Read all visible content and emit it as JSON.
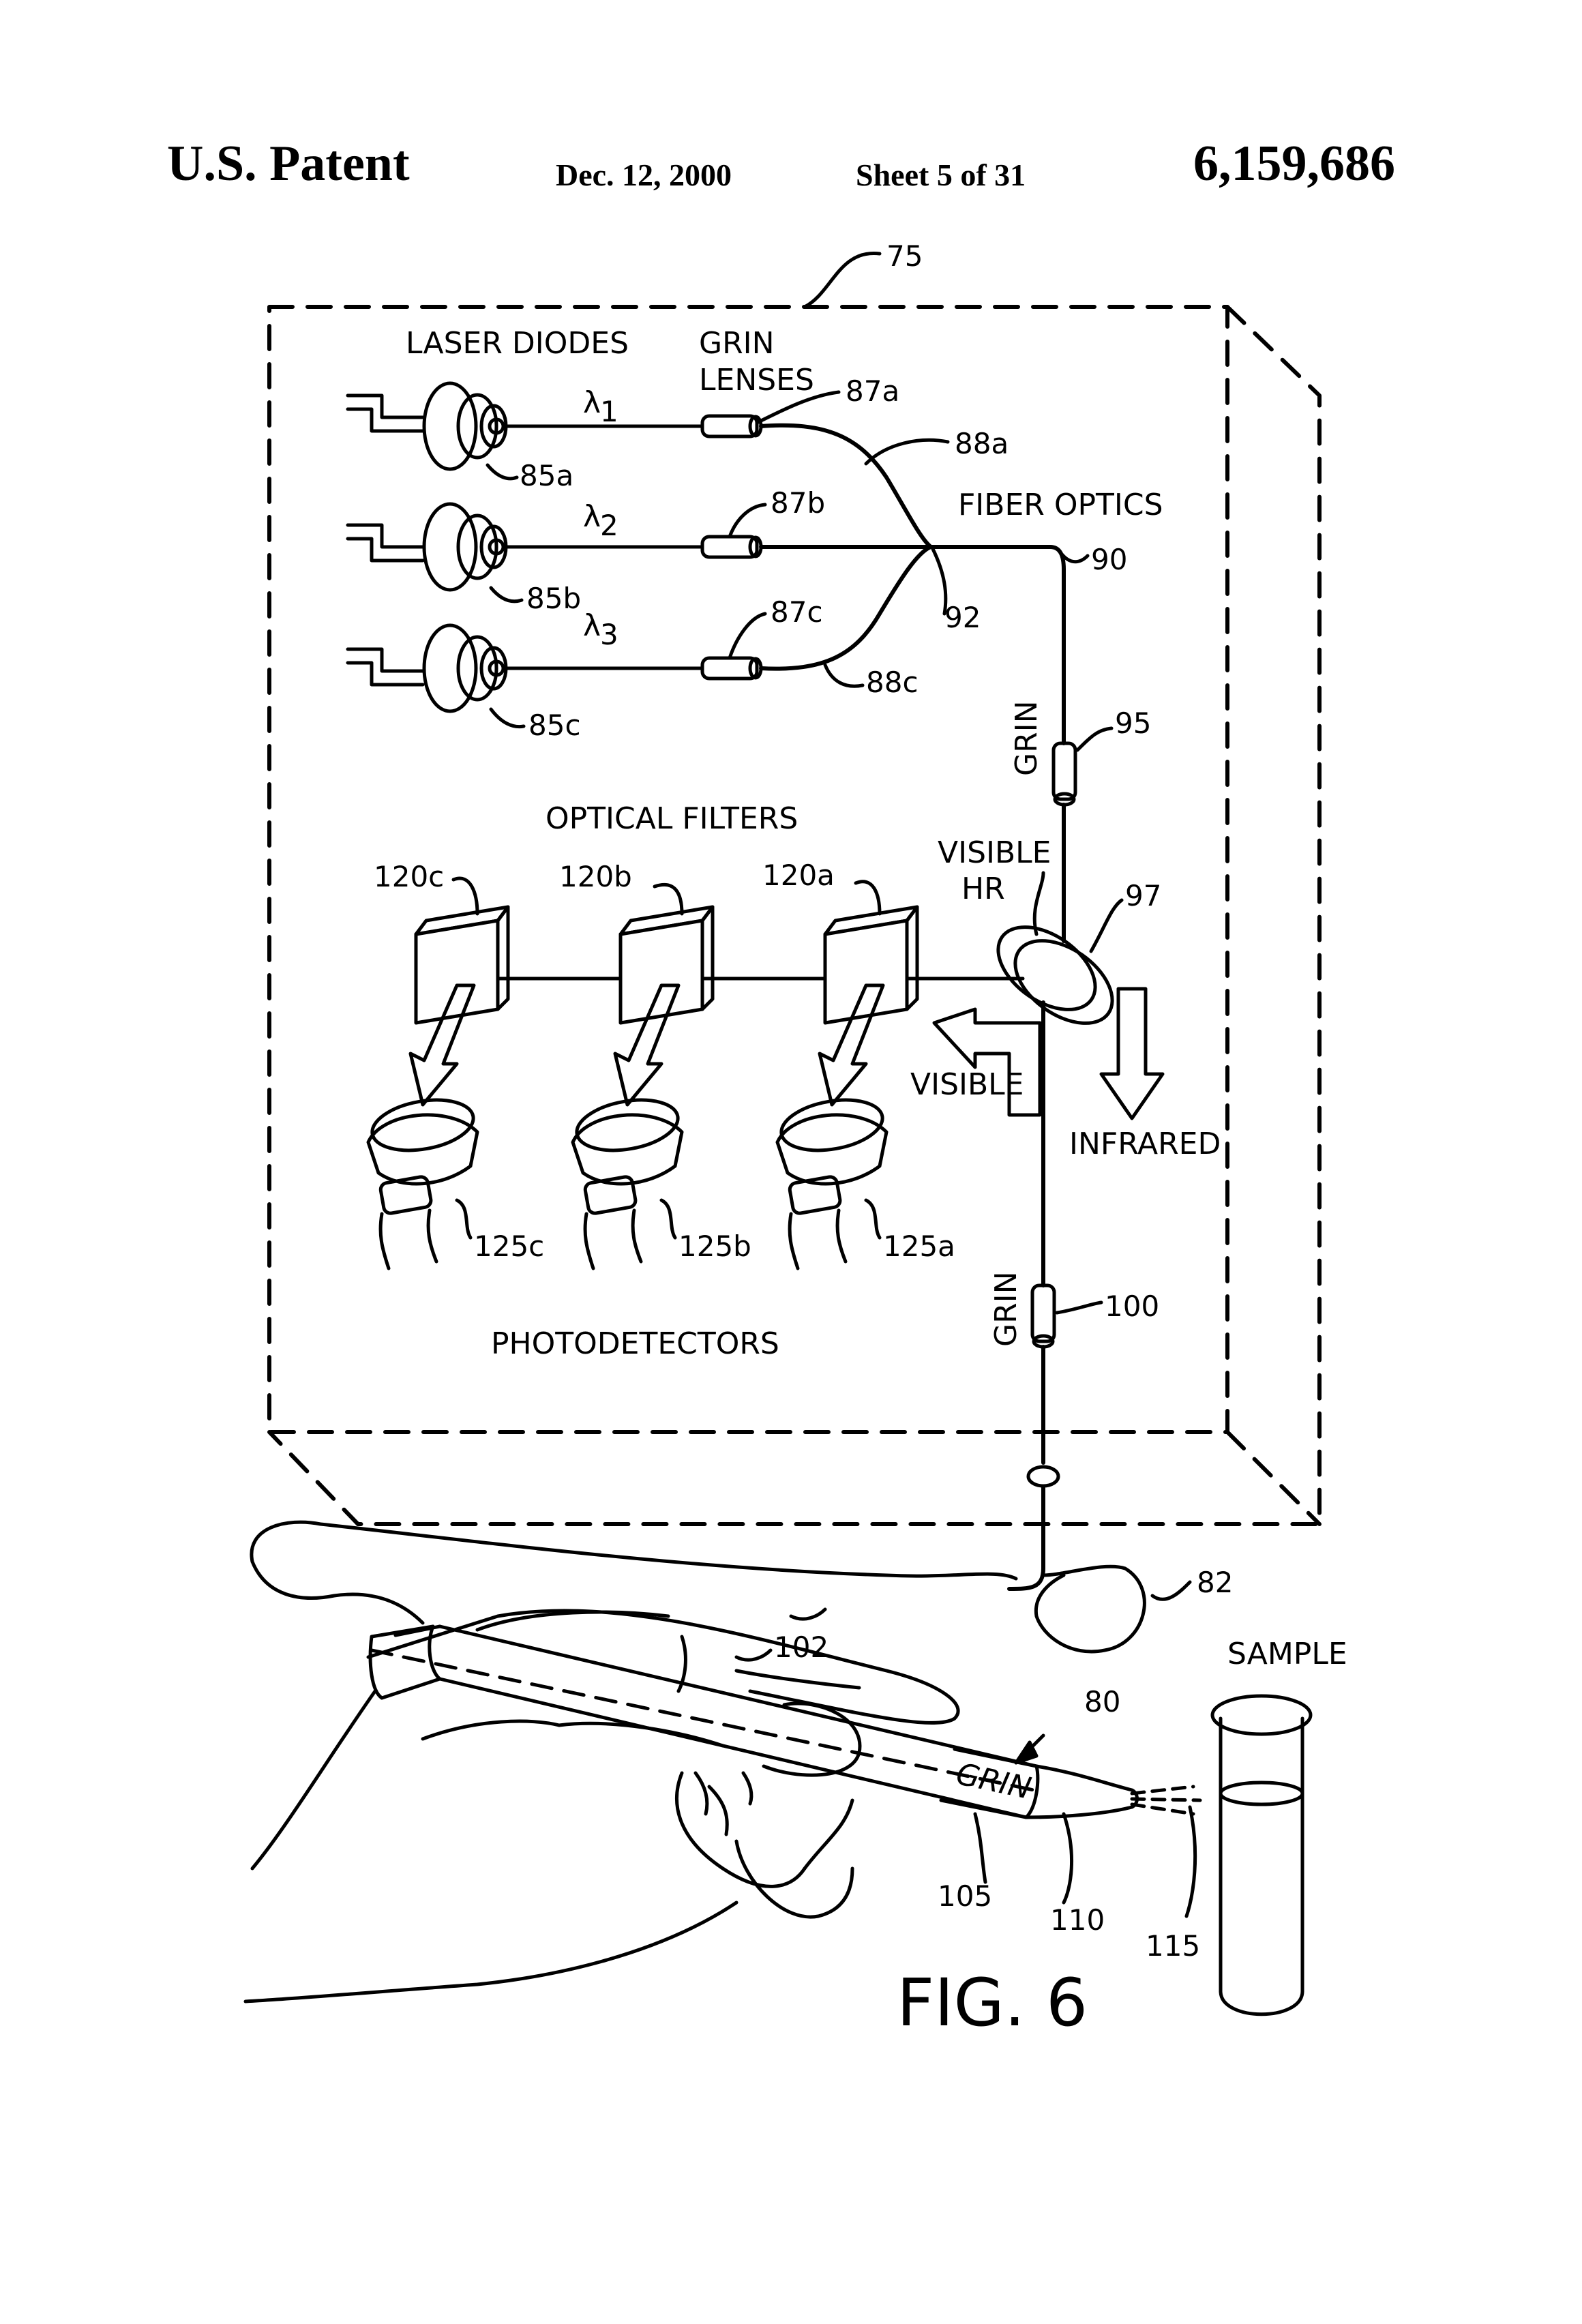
{
  "header": {
    "title": "U.S. Patent",
    "date": "Dec. 12, 2000",
    "sheet": "Sheet 5 of 31",
    "patent_number": "6,159,686"
  },
  "labels": {
    "laser_diodes": "LASER DIODES",
    "grin_lenses_1": "GRIN",
    "grin_lenses_2": "LENSES",
    "fiber_optics": "FIBER OPTICS",
    "optical_filters": "OPTICAL FILTERS",
    "visible_hr_1": "VISIBLE",
    "visible_hr_2": "HR",
    "visible": "VISIBLE",
    "infrared": "INFRARED",
    "photodetectors": "PHOTODETECTORS",
    "grin_95": "GRIN",
    "grin_100": "GRIN",
    "grin_probe": "GRIN",
    "sample": "SAMPLE",
    "figure": "FIG. 6"
  },
  "wavelengths": {
    "lambda1": "λ",
    "lambda1_sub": "1",
    "lambda2": "λ",
    "lambda2_sub": "2",
    "lambda3": "λ",
    "lambda3_sub": "3"
  },
  "refs": {
    "r75": "75",
    "r85a": "85a",
    "r85b": "85b",
    "r85c": "85c",
    "r87a": "87a",
    "r87b": "87b",
    "r87c": "87c",
    "r88a": "88a",
    "r88c": "88c",
    "r90": "90",
    "r92": "92",
    "r95": "95",
    "r97": "97",
    "r100": "100",
    "r120a": "120a",
    "r120b": "120b",
    "r120c": "120c",
    "r125a": "125a",
    "r125b": "125b",
    "r125c": "125c",
    "r82": "82",
    "r80": "80",
    "r102": "102",
    "r105": "105",
    "r110": "110",
    "r115": "115"
  }
}
